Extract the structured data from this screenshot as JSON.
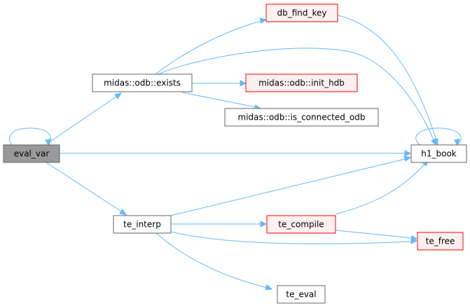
{
  "colors": {
    "edge": "#63b8ff",
    "current_fill": "#999999",
    "current_border": "#666666",
    "node_fill": "#ffffff",
    "node_border": "#666666",
    "truncated_fill": "#fff0f0",
    "truncated_border": "#ff0000"
  },
  "nodes": {
    "eval_var": {
      "label": "eval_var",
      "style": "current"
    },
    "midas_odb_exists": {
      "label": "midas::odb::exists",
      "style": "normal"
    },
    "db_find_key": {
      "label": "db_find_key",
      "style": "truncated"
    },
    "midas_odb_init_hdb": {
      "label": "midas::odb::init_hdb",
      "style": "truncated"
    },
    "midas_odb_is_connected_odb": {
      "label": "midas::odb::is_connected_odb",
      "style": "normal"
    },
    "h1_book": {
      "label": "h1_book",
      "style": "normal"
    },
    "te_interp": {
      "label": "te_interp",
      "style": "normal"
    },
    "te_compile": {
      "label": "te_compile",
      "style": "truncated"
    },
    "te_free": {
      "label": "te_free",
      "style": "truncated"
    },
    "te_eval": {
      "label": "te_eval",
      "style": "normal"
    }
  },
  "edges": [
    {
      "from": "eval_var",
      "to": "eval_var"
    },
    {
      "from": "eval_var",
      "to": "midas_odb_exists"
    },
    {
      "from": "eval_var",
      "to": "h1_book"
    },
    {
      "from": "eval_var",
      "to": "te_interp"
    },
    {
      "from": "midas_odb_exists",
      "to": "db_find_key"
    },
    {
      "from": "midas_odb_exists",
      "to": "h1_book"
    },
    {
      "from": "midas_odb_exists",
      "to": "midas_odb_init_hdb"
    },
    {
      "from": "midas_odb_exists",
      "to": "midas_odb_is_connected_odb"
    },
    {
      "from": "db_find_key",
      "to": "h1_book"
    },
    {
      "from": "h1_book",
      "to": "h1_book"
    },
    {
      "from": "te_interp",
      "to": "h1_book"
    },
    {
      "from": "te_interp",
      "to": "te_compile"
    },
    {
      "from": "te_interp",
      "to": "te_free"
    },
    {
      "from": "te_interp",
      "to": "te_eval"
    },
    {
      "from": "te_compile",
      "to": "h1_book"
    },
    {
      "from": "te_compile",
      "to": "te_free"
    }
  ]
}
